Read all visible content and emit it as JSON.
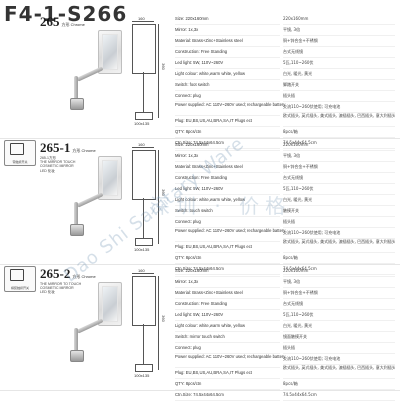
{
  "watermark": "F4-1-S266",
  "diagonal_watermark": "Dao Shi Sanitary Ware",
  "center_watermark": "深圳 · 价格",
  "products": [
    {
      "model": "265",
      "model_sub": "方形 Chrome",
      "desc": "",
      "specs": [
        "Size: 220x160mm",
        "Mirror: 1x,3x",
        "Material: Brass+Zinc+Stainless steel",
        "Construction: Free Standing",
        "Led light: 5W, 110V~260V",
        "Light colour: white,warm white, yellow",
        "Switch: foot switch",
        "Connect: plug",
        "Power supplied: AC 110V~260V used; rechargeable battery",
        "Plug: EU,BS,US,AU,BRA,SA,IT Plugs ect",
        "QTY: 8pcs/ctn",
        "Ctn.Size: 74.5x44x64.5cm"
      ],
      "cn": [
        "220x160mm",
        "平镜, 3倍",
        "铜+锌合金+不锈钢",
        "台式无线镜",
        "5瓦,110~260伏",
        "白光, 暖光, 黄光",
        "脚踏开关",
        "插头插",
        "交流110~260伏使用; 可充电池",
        "欧式插头, 英式插头, 美式插头, 澳插插头, 巴西插头, 意大利插头",
        "8pcs/箱",
        "74.5x44x64.5cm"
      ],
      "dims": {
        "w": "160",
        "h": "360",
        "base": "100x135"
      }
    },
    {
      "model": "265-1",
      "model_sub": "方形 Chrome",
      "tag": "带触摸开关",
      "desc": "265-1方形\nTHE MIRROR TOUCH\nCOSMETIC MIRROR\nLED 化妆",
      "specs": [
        "Size: 220x160mm",
        "Mirror: 1x,3x",
        "Material: Brass+Zinc+Stainless steel",
        "Construction: Free Standing",
        "Led light: 5W, 110V~260V",
        "Light colour: white,warm white, yellow",
        "Switch: touch switch",
        "Connect: plug",
        "Power supplied: AC 110V~260V used; rechargeable battery",
        "Plug: EU,BS,US,AU,BRA,SA,IT Plugs ect",
        "QTY: 8pcs/ctn",
        "Ctn.Size: 74.5x44x64.5cm"
      ],
      "cn": [
        "220x160mm",
        "平镜, 3倍",
        "铜+锌合金+不锈钢",
        "台式无线镜",
        "5瓦,110~260伏",
        "白光, 暖光, 黄光",
        "触摸开关",
        "插头插",
        "交流110~260伏使用; 可充电池",
        "欧式插头, 英式插头, 美式插头, 澳插插头, 巴西插头, 意大利插头",
        "8pcs/箱",
        "74.5x44x64.5cm"
      ],
      "dims": {
        "w": "160",
        "h": "360",
        "base": "100x135"
      }
    },
    {
      "model": "265-2",
      "model_sub": "方形 Chrome",
      "tag": "横装触摸开关",
      "desc": "THE MIRROR TO TOUCH\nCOSMETIC MIRROR\nLED 化妆",
      "specs": [
        "Size: 220x160mm",
        "Mirror: 1x,3x",
        "Material: Brass+Zinc+Stainless steel",
        "Construction: Free Standing",
        "Led light: 5W, 110V~260V",
        "Light colour: white,warm white, yellow",
        "Switch: mirror touch switch",
        "Connect: plug",
        "Power supplied: AC 110V~260V used; rechargeable battery",
        "Plug: EU,BS,US,AU,BRA,SA,IT Plugs ect",
        "QTY: 8pcs/ctn",
        "Ctn.Size: 74.5x44x64.5cm"
      ],
      "cn": [
        "220x160mm",
        "平镜, 3倍",
        "铜+锌合金+不锈钢",
        "台式无线镜",
        "5瓦,110~260伏",
        "白光, 暖光, 黄光",
        "镜面触摸开关",
        "插头插",
        "交流110~260伏使用; 可充电池",
        "欧式插头, 英式插头, 美式插头, 澳插插头, 巴西插头, 意大利插头",
        "8pcs/箱",
        "74.5x44x64.5cm"
      ],
      "dims": {
        "w": "160",
        "h": "360",
        "base": "100x135"
      }
    }
  ]
}
